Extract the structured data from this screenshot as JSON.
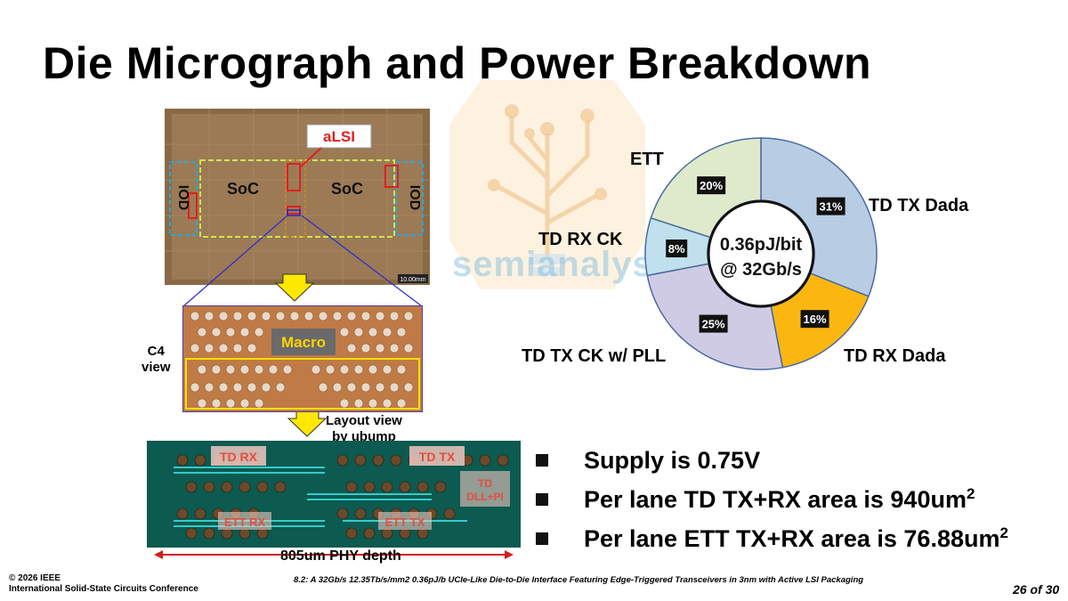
{
  "slide": {
    "title": "Die Micrograph and Power Breakdown",
    "watermark": "semianalysis"
  },
  "die_image": {
    "alsi_label": "aLSI",
    "soc_left": "SoC",
    "soc_right": "SoC",
    "iod_left": "IOD",
    "iod_right": "IOD",
    "scale": "10.00mm",
    "c4_label_line1": "C4",
    "c4_label_line2": "view",
    "macro_label": "Macro",
    "layout_label_line1": "Layout view",
    "layout_label_line2": "by ubump",
    "td_rx": "TD RX",
    "td_tx": "TD TX",
    "ett_rx": "ETT RX",
    "ett_tx": "ETT TX",
    "td_dll_line1": "TD",
    "td_dll_line2": "DLL+PI",
    "phy_depth": "805um PHY depth"
  },
  "chart_data": {
    "type": "pie",
    "center_label_line1": "0.36pJ/bit",
    "center_label_line2": "@ 32Gb/s",
    "slices": [
      {
        "label": "TD TX Dada",
        "value": 31,
        "value_label": "31%",
        "color": "#b8cde4"
      },
      {
        "label": "TD RX Dada",
        "value": 16,
        "value_label": "16%",
        "color": "#fbb710"
      },
      {
        "label": "TD TX CK w/ PLL",
        "value": 25,
        "value_label": "25%",
        "color": "#d0cbe4"
      },
      {
        "label": "TD RX CK",
        "value": 8,
        "value_label": "8%",
        "color": "#bfe0ec"
      },
      {
        "label": "ETT",
        "value": 20,
        "value_label": "20%",
        "color": "#dfeacb"
      }
    ]
  },
  "bullets": {
    "b1": "Supply is 0.75V",
    "b2_text": "Per lane TD TX+RX area is 940um",
    "b2_sup": "2",
    "b3_text": "Per lane ETT TX+RX area is 76.88um",
    "b3_sup": "2"
  },
  "footer": {
    "copyright": "© 2026 IEEE",
    "conference": "International Solid-State Circuits Conference",
    "paper": "8.2: A 32Gb/s 12.35Tb/s/mm2 0.36pJ/b UCIe-Like Die-to-Die Interface Featuring Edge-Triggered Transceivers in 3nm with Active LSI Packaging",
    "page": "26 of 30"
  }
}
